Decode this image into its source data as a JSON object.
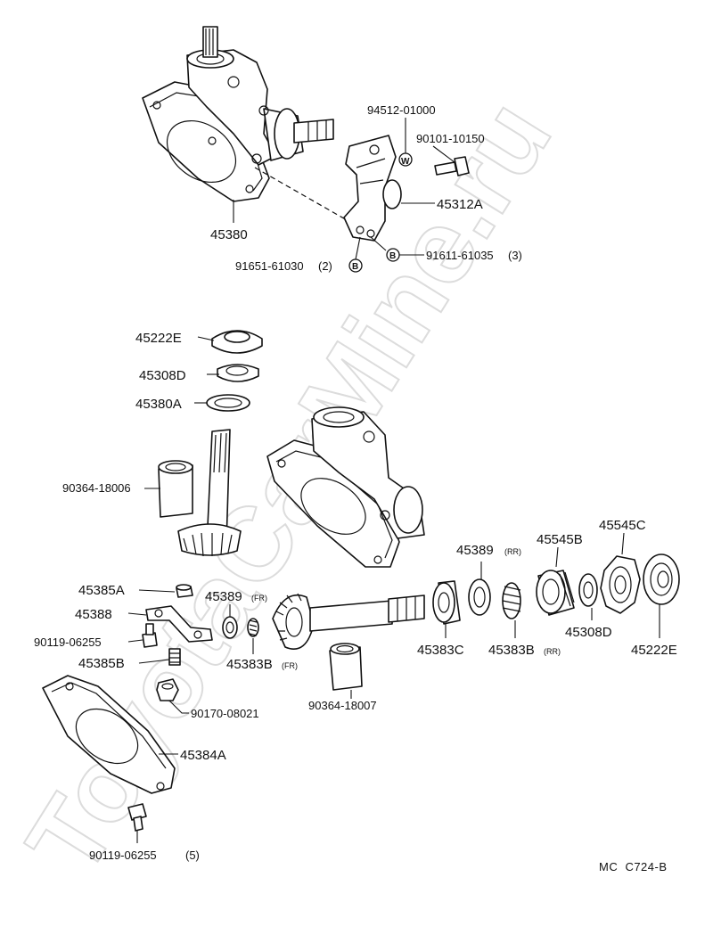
{
  "watermark": "ToyotaCarMine.ru",
  "diagram_code": "MC  C724-B",
  "symbols": {
    "w": "W",
    "b": "B"
  },
  "labels": {
    "p45380": "45380",
    "p94512": "94512-01000",
    "p90101": "90101-10150",
    "p45312A": "45312A",
    "p91651": "91651-61030",
    "p91651_qty": "(2)",
    "p91611": "91611-61035",
    "p91611_qty": "(3)",
    "p45222E_top": "45222E",
    "p45308D_top": "45308D",
    "p45380A": "45380A",
    "p90364_18006": "90364-18006",
    "p45385A": "45385A",
    "p45388": "45388",
    "p90119_top": "90119-06255",
    "p45385B": "45385B",
    "p90170": "90170-08021",
    "p45384A": "45384A",
    "p90119_bottom": "90119-06255",
    "p90119_bottom_qty": "(5)",
    "p45389_fr": "45389",
    "p45389_fr_sup": "(FR)",
    "p45383B_fr": "45383B",
    "p45383B_fr_sup": "(FR)",
    "p90364_18007": "90364-18007",
    "p45383C": "45383C",
    "p45389_rr": "45389",
    "p45389_rr_sup": "(RR)",
    "p45383B_rr": "45383B",
    "p45383B_rr_sup": "(RR)",
    "p45545B": "45545B",
    "p45308D_right": "45308D",
    "p45545C": "45545C",
    "p45222E_right": "45222E"
  }
}
